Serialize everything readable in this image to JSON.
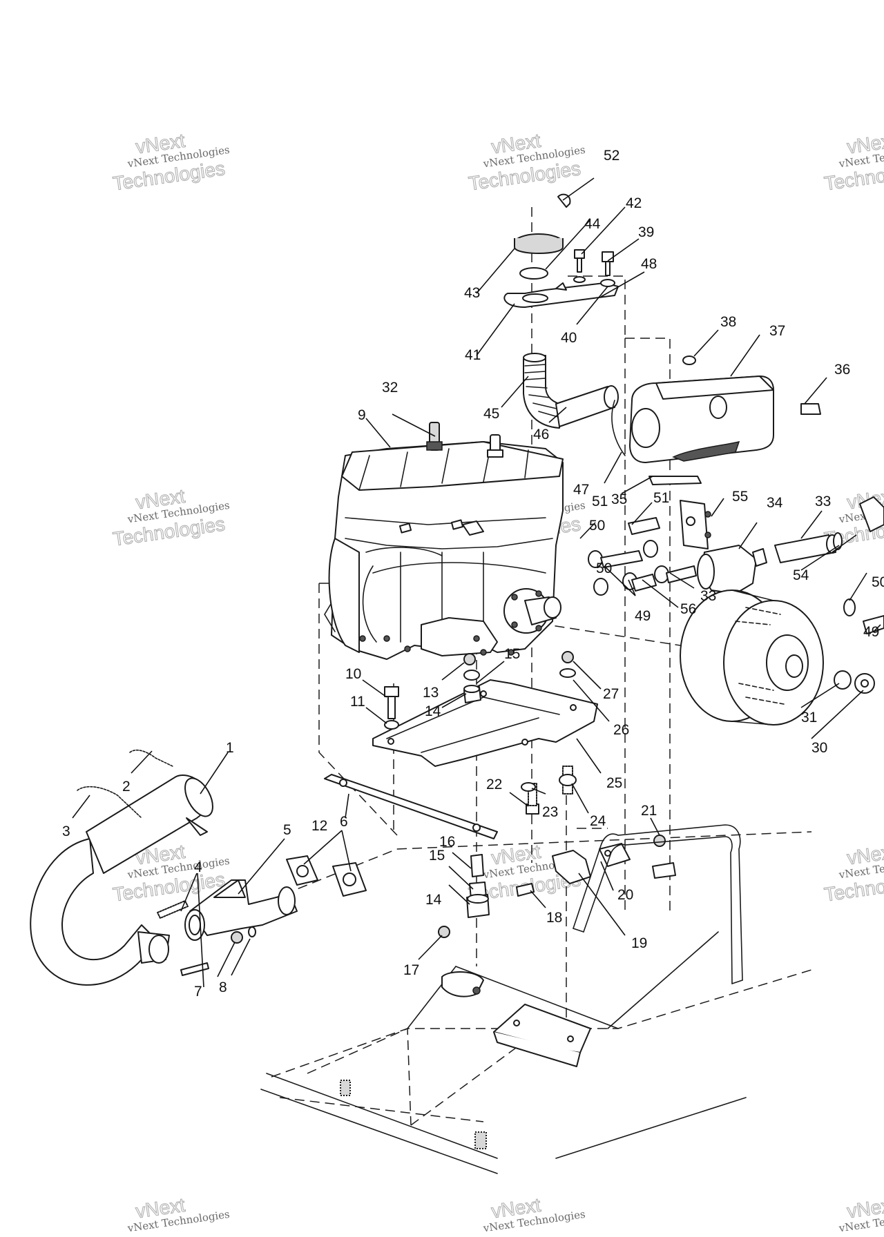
{
  "watermark": {
    "line1": "vNext",
    "line2": "vNext Technologies",
    "line3": "Technologies"
  },
  "labels": [
    {
      "id": "1",
      "text": "1"
    },
    {
      "id": "2",
      "text": "2"
    },
    {
      "id": "3",
      "text": "3"
    },
    {
      "id": "4",
      "text": "4"
    },
    {
      "id": "5",
      "text": "5"
    },
    {
      "id": "6",
      "text": "6"
    },
    {
      "id": "7",
      "text": "7"
    },
    {
      "id": "8",
      "text": "8"
    },
    {
      "id": "9",
      "text": "9"
    },
    {
      "id": "10",
      "text": "10"
    },
    {
      "id": "11",
      "text": "11"
    },
    {
      "id": "12",
      "text": "12"
    },
    {
      "id": "13",
      "text": "13"
    },
    {
      "id": "14a",
      "text": "14"
    },
    {
      "id": "14b",
      "text": "14"
    },
    {
      "id": "15a",
      "text": "15"
    },
    {
      "id": "15b",
      "text": "15"
    },
    {
      "id": "16",
      "text": "16"
    },
    {
      "id": "17",
      "text": "17"
    },
    {
      "id": "18",
      "text": "18"
    },
    {
      "id": "19",
      "text": "19"
    },
    {
      "id": "20",
      "text": "20"
    },
    {
      "id": "21",
      "text": "21"
    },
    {
      "id": "22",
      "text": "22"
    },
    {
      "id": "23",
      "text": "23"
    },
    {
      "id": "24",
      "text": "24"
    },
    {
      "id": "25",
      "text": "25"
    },
    {
      "id": "26",
      "text": "26"
    },
    {
      "id": "27",
      "text": "27"
    },
    {
      "id": "30",
      "text": "30"
    },
    {
      "id": "31",
      "text": "31"
    },
    {
      "id": "32",
      "text": "32"
    },
    {
      "id": "33a",
      "text": "33"
    },
    {
      "id": "33b",
      "text": "33"
    },
    {
      "id": "34",
      "text": "34"
    },
    {
      "id": "35",
      "text": "35"
    },
    {
      "id": "36",
      "text": "36"
    },
    {
      "id": "37",
      "text": "37"
    },
    {
      "id": "38",
      "text": "38"
    },
    {
      "id": "39",
      "text": "39"
    },
    {
      "id": "40",
      "text": "40"
    },
    {
      "id": "41",
      "text": "41"
    },
    {
      "id": "42",
      "text": "42"
    },
    {
      "id": "43",
      "text": "43"
    },
    {
      "id": "44",
      "text": "44"
    },
    {
      "id": "45",
      "text": "45"
    },
    {
      "id": "46",
      "text": "46"
    },
    {
      "id": "47",
      "text": "47"
    },
    {
      "id": "48",
      "text": "48"
    },
    {
      "id": "49a",
      "text": "49"
    },
    {
      "id": "49b",
      "text": "49"
    },
    {
      "id": "50a",
      "text": "50"
    },
    {
      "id": "50b",
      "text": "50"
    },
    {
      "id": "50c",
      "text": "50"
    },
    {
      "id": "51a",
      "text": "51"
    },
    {
      "id": "51b",
      "text": "51"
    },
    {
      "id": "52",
      "text": "52"
    },
    {
      "id": "54",
      "text": "54"
    },
    {
      "id": "55",
      "text": "55"
    },
    {
      "id": "56",
      "text": "56"
    }
  ]
}
